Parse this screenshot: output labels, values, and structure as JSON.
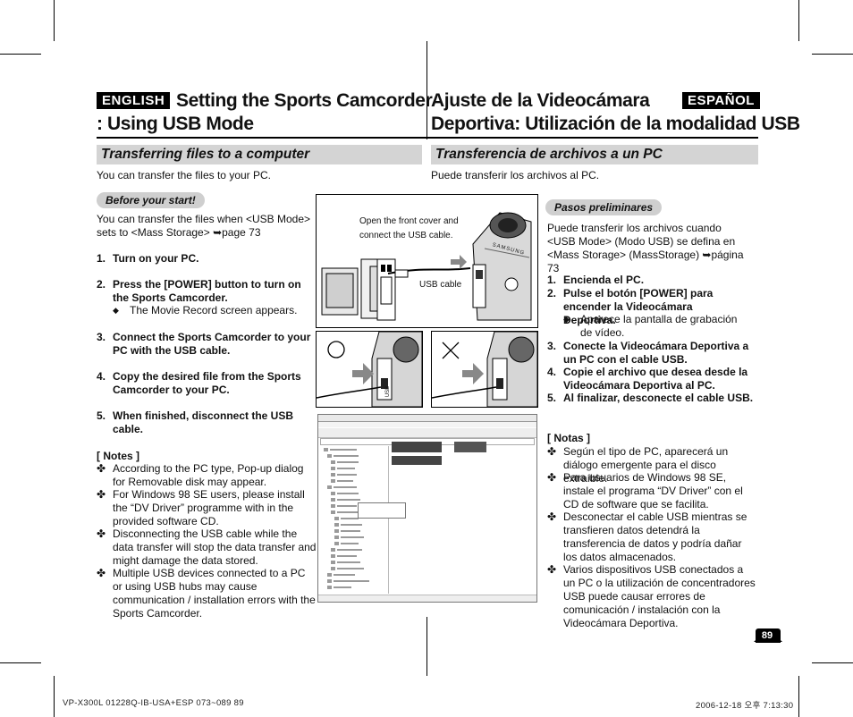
{
  "left": {
    "lang_tag": "ENGLISH",
    "title_line1": "Setting the Sports Camcorder",
    "title_line2": ": Using USB Mode",
    "section": "Transferring files to a computer",
    "intro": "You can transfer the files to your PC.",
    "pill": "Before your start!",
    "para1": "You can transfer the files when <USB Mode>",
    "para2": "sets to <Mass Storage> ➥page 73",
    "steps": [
      {
        "n": "1.",
        "t": "Turn on your PC."
      },
      {
        "n": "2.",
        "t": "Press the [POWER] button to turn on the Sports Camcorder."
      },
      {
        "n": "3.",
        "t": "Connect the Sports Camcorder to your PC with the USB cable."
      },
      {
        "n": "4.",
        "t": "Copy the desired file from the Sports Camcorder to your PC."
      },
      {
        "n": "5.",
        "t": "When finished, disconnect the USB cable."
      }
    ],
    "step2_sub": "The Movie Record screen appears.",
    "notes_title": "[ Notes ]",
    "notes": [
      "According to the PC type, Pop-up dialog for Removable disk may appear.",
      "For Windows 98 SE users, please install the “DV Driver” programme with in the provided software CD.",
      "Disconnecting the USB cable while the data transfer will stop the data transfer and might damage the data stored.",
      "Multiple USB devices connected to a PC or using USB hubs may cause communication / installation errors with the Sports Camcorder."
    ]
  },
  "right": {
    "lang_tag": "ESPAÑOL",
    "title_line1": "Ajuste de la Videocámara",
    "title_line2": "Deportiva: Utilización de la modalidad USB",
    "section": "Transferencia de archivos a un PC",
    "intro": "Puede transferir los archivos al PC.",
    "pill": "Pasos preliminares",
    "para": "Puede transferir los archivos cuando <USB Mode> (Modo USB) se defina en <Mass Storage> (MassStorage) ➥página 73",
    "steps": [
      {
        "n": "1.",
        "t": "Encienda el PC."
      },
      {
        "n": "2.",
        "t": "Pulse el botón [POWER] para encender la Videocámara Deportiva."
      },
      {
        "n": "3.",
        "t": "Conecte la Videocámara Deportiva a un PC con el cable USB."
      },
      {
        "n": "4.",
        "t": "Copie el archivo que desea desde la Videocámara Deportiva al PC."
      },
      {
        "n": "5.",
        "t": "Al finalizar, desconecte el cable USB."
      }
    ],
    "step2_sub": "Aparece la pantalla de grabación de vídeo.",
    "notes_title": "[ Notas ]",
    "notes": [
      "Según el tipo de PC, aparecerá un diálogo emergente para el disco extraíble.",
      "Para usuarios de Windows 98 SE, instale el programa “DV Driver” con el CD de software que se facilita.",
      "Desconectar el cable USB mientras se transfieren datos detendrá la transferencia de datos y podría dañar los datos almacenados.",
      "Varios dispositivos USB conectados a un PC o la utilización de concentradores USB puede causar errores de comunicación / instalación con la Videocámara Deportiva."
    ]
  },
  "figure": {
    "callout": "Open the front cover and connect the USB cable.",
    "usb_label": "USB cable",
    "brand": "SAMSUNG",
    "port_label": "USB"
  },
  "page_number": "89",
  "footer_left": "VP-X300L 01228Q-IB-USA+ESP 073~089   89",
  "footer_right": "2006-12-18   오후 7:13:30",
  "bullet_glyph": "◆",
  "note_glyph": "✤"
}
